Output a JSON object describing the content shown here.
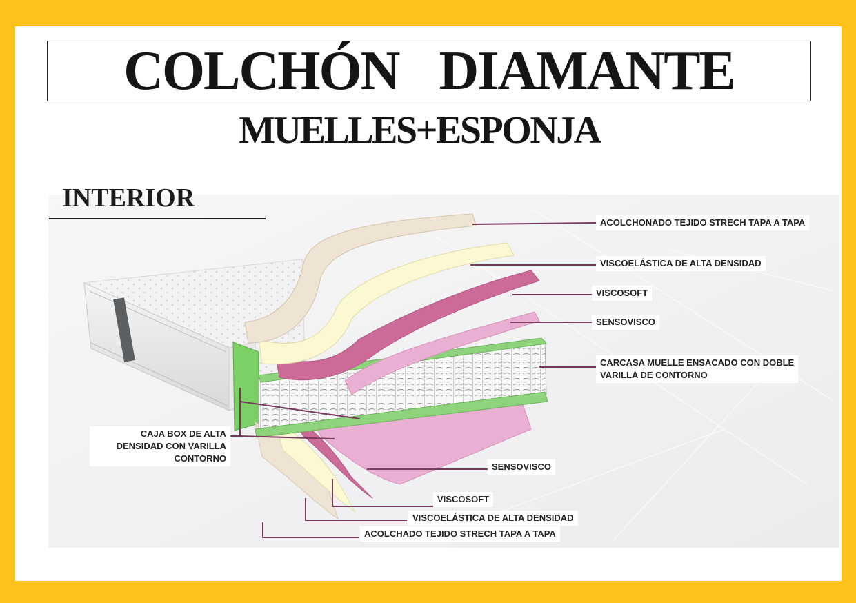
{
  "header": {
    "title": "COLCHÓN DIAMANTE",
    "subtitle": "MUELLES+ESPONJA",
    "section": "INTERIOR"
  },
  "colors": {
    "frame": "#fcc41a",
    "leader_line": "#7a3a5e",
    "quilted_top": "#efe3d4",
    "visco_high_density": "#fbf8d2",
    "viscosoft": "#cc6a98",
    "sensovisco": "#eab0d3",
    "spring_top": "#8fd37c",
    "box_side": "#7cd065"
  },
  "labels": {
    "acolchonado_top": "ACOLCHONADO TEJIDO STRECH TAPA A TAPA",
    "visco_top": "VISCOELÁSTICA DE ALTA DENSIDAD",
    "viscosoft_top": "VISCOSOFT",
    "sensovisco_top": "SENSOVISCO",
    "carcasa_line1": "CARCASA MUELLE ENSACADO CON DOBLE",
    "carcasa_line2": "VARILLA DE CONTORNO",
    "caja_line1": "CAJA BOX DE ALTA",
    "caja_line2": "DENSIDAD CON VARILLA",
    "caja_line3": "CONTORNO",
    "sensovisco_bottom": "SENSOVISCO",
    "viscosoft_bottom": "VISCOSOFT",
    "visco_bottom": "VISCOELÁSTICA DE ALTA DENSIDAD",
    "acolchado_bottom": "ACOLCHADO TEJIDO STRECH TAPA A TAPA"
  }
}
